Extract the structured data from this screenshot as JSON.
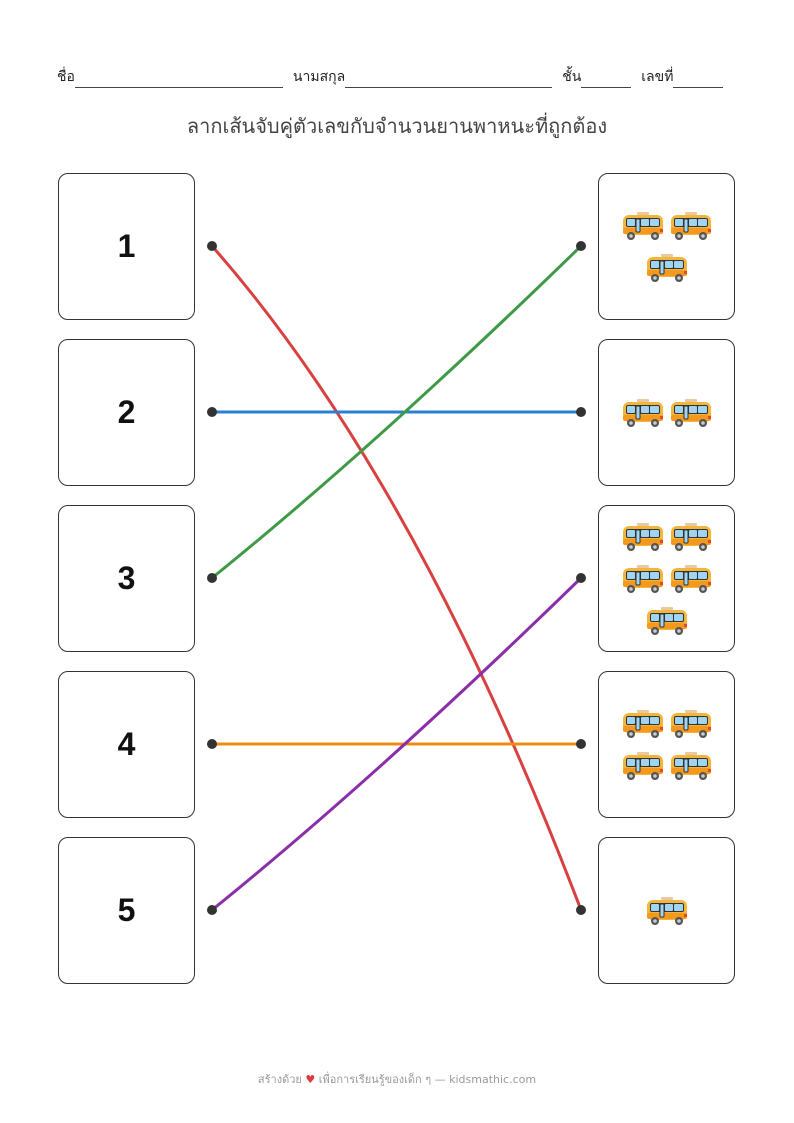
{
  "header": {
    "name_label": "ชื่อ",
    "surname_label": "นามสกุล",
    "class_label": "ชั้น",
    "number_label": "เลขที่"
  },
  "title": "ลากเส้นจับคู่ตัวเลขกับจำนวนยานพาหนะที่ถูกต้อง",
  "left_items": [
    {
      "number": "1"
    },
    {
      "number": "2"
    },
    {
      "number": "3"
    },
    {
      "number": "4"
    },
    {
      "number": "5"
    }
  ],
  "right_items": [
    {
      "icon": "minibus-icon",
      "count": 3
    },
    {
      "icon": "minibus-icon",
      "count": 2
    },
    {
      "icon": "minibus-icon",
      "count": 5
    },
    {
      "icon": "minibus-icon",
      "count": 4
    },
    {
      "icon": "minibus-icon",
      "count": 1
    }
  ],
  "connections": [
    {
      "from": 1,
      "to_row": 5,
      "color": "#d94040"
    },
    {
      "from": 2,
      "to_row": 2,
      "color": "#2a7fd0"
    },
    {
      "from": 3,
      "to_row": 1,
      "color": "#3f9a47"
    },
    {
      "from": 4,
      "to_row": 4,
      "color": "#ef8c12"
    },
    {
      "from": 5,
      "to_row": 3,
      "color": "#8a2fa8"
    }
  ],
  "footer": {
    "prefix": "สร้างด้วย",
    "heart": "♥",
    "suffix": "เพื่อการเรียนรู้ของเด็ก ๆ — kidsmathic.com"
  }
}
